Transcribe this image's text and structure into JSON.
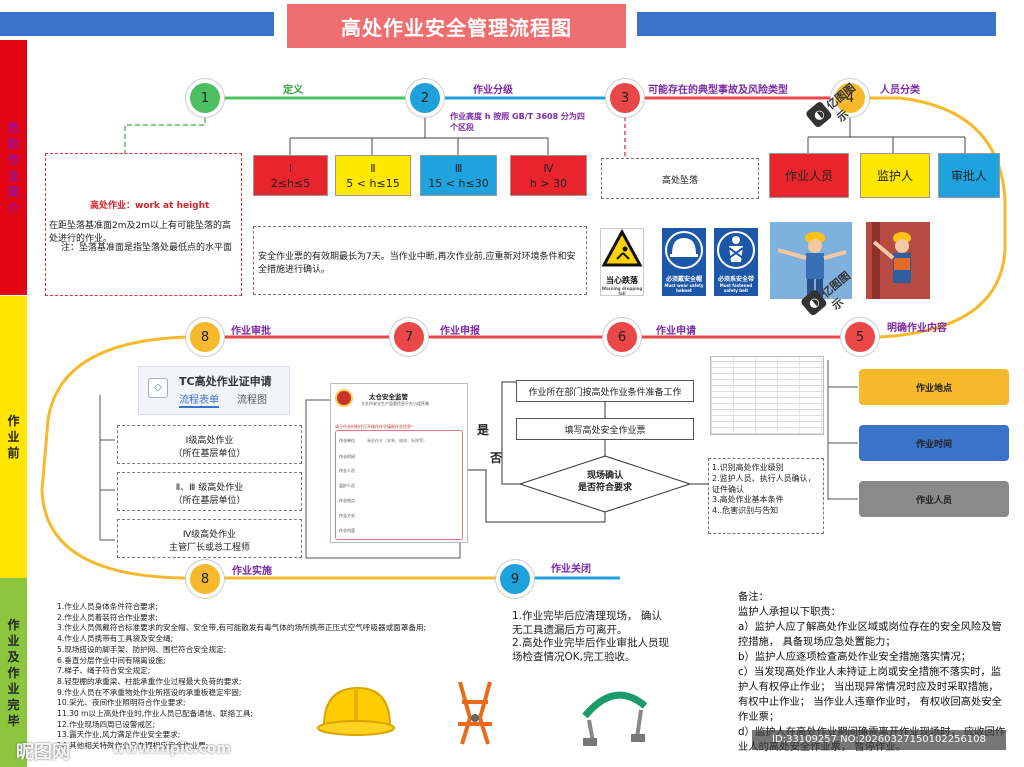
{
  "title": "高处作业安全管理流程图",
  "sidebar": {
    "top": "危险作业简介",
    "middle": "作业前",
    "bottom": "作业及作业完毕"
  },
  "steps": {
    "s1": {
      "num": "1",
      "label": "定义"
    },
    "s2": {
      "num": "2",
      "label": "作业分级"
    },
    "s3": {
      "num": "3",
      "label": "可能存在的典型事故及风险类型"
    },
    "s4": {
      "num": "4",
      "label": "人员分类"
    },
    "s5": {
      "num": "5",
      "label": "明确作业内容"
    },
    "s6": {
      "num": "6",
      "label": "作业申请"
    },
    "s7": {
      "num": "7",
      "label": "作业申报"
    },
    "s8a": {
      "num": "8",
      "label": "作业审批"
    },
    "s8b": {
      "num": "8",
      "label": "作业实施"
    },
    "s9": {
      "num": "9",
      "label": "作业关闭"
    }
  },
  "definition": {
    "head": "高处作业：work at height",
    "body": "在距坠落基准面2m及2m以上有可能坠落的高处进行的作业。",
    "note": "注：坠落基准面是指坠落处最低点的水平面"
  },
  "grading": {
    "note": "作业高度 h 按照 GB/T 3608 分为四个区段",
    "levels": [
      {
        "roman": "I",
        "range": "2≤h≤5",
        "color": "#e8252c"
      },
      {
        "roman": "Ⅱ",
        "range": "5 < h≤15",
        "color": "#ffe800"
      },
      {
        "roman": "Ⅲ",
        "range": "15 < h≤30",
        "color": "#1ea3df"
      },
      {
        "roman": "Ⅳ",
        "range": "h > 30",
        "color": "#e8252c"
      }
    ],
    "validity": "安全作业票的有效期最长为7天。当作业中断,再次作业前,应重新对环境条件和安全措施进行确认。"
  },
  "risk": {
    "item": "高处坠落",
    "signs": [
      {
        "icon": "caution-fall-sign",
        "text": "当心跌落",
        "sub": "Warning dropping fall"
      },
      {
        "icon": "helmet-sign",
        "text": "必须戴安全帽",
        "sub": "Must wear safety helmet"
      },
      {
        "icon": "harness-sign",
        "text": "必须系安全带",
        "sub": "Must fastened safety belt"
      }
    ]
  },
  "personnel": {
    "roles": [
      "作业人员",
      "监护人",
      "审批人"
    ],
    "colors": [
      "#e8252c",
      "#ffe800",
      "#1ea3df"
    ]
  },
  "content": {
    "tags": [
      "作业地点",
      "作业时间",
      "作业人员"
    ],
    "tag_colors": [
      "#f6b92c",
      "#3b73c8",
      "#8a8a8a"
    ],
    "list": [
      "1.识别高处作业级别",
      "2.监护人员、执行人员确认，证件确认",
      "3.高处作业基本条件",
      "4..危害识别与告知"
    ]
  },
  "application": {
    "box1": "作业所在部门按高处作业条件准备工作",
    "box2": "填写高处安全作业票",
    "decision1": "现场确认",
    "decision2": "是否符合要求",
    "yes": "是",
    "no": "否"
  },
  "declare": {
    "org": "太仓安全监管",
    "org_sub": "太仓市安全生产监管信息平台小程序端",
    "notice": "请于作业时前往打开操作作业填报作业信息！",
    "fields": [
      "作业单位",
      "作业时间",
      "作业人员",
      "监护人员",
      "作业地点",
      "作业方式",
      "作业内容"
    ],
    "field_value": "高处作业（安装、维修、拆除等）"
  },
  "approval": {
    "app_title": "TC高处作业证申请",
    "tab_active": "流程表单",
    "tab_other": "流程图",
    "boxes": [
      {
        "l1": "Ⅰ级高处作业",
        "l2": "（所在基层单位）"
      },
      {
        "l1": "Ⅱ、Ⅲ 级高处作业",
        "l2": "（所在基层单位）"
      },
      {
        "l1": "Ⅳ级高处作业",
        "l2": "主管厂长或总工程师"
      }
    ]
  },
  "implementation": [
    "1.作业人员身体条件符合要求;",
    "2.作业人员着装符合作业要求;",
    "3.作业人员佩戴符合标准要求的安全帽、安全带,有可能散发有毒气体的场所携带正压式空气呼吸器或面罩备用;",
    "4.作业人员携带有工具袋及安全绳;",
    "5.现场搭设的脚手架、防护网、围栏符合安全规定;",
    "6.垂直分层作业中间有隔离设施;",
    "7.梯子、绳子符合安全规定;",
    "8.轻型棚的承重梁、柱能承重作业过程最大负荷的要求;",
    "9.作业人员在不承重物处作业所搭设的承重板稳定牢固;",
    "10.采光、夜间作业照明符合作业要求;",
    "11.30 m以上高处作业时,作业人员已配备通信、联络工具;",
    "12.作业现场四周已设警戒区;",
    "13.露天作业,风力满足作业安全要求;",
    "14.其他相关特殊作业已办理相应安全作业票;"
  ],
  "closing": [
    "1.作业完毕后应清理现场， 确认无工具遗漏后方可离开。",
    "2.高处作业完毕后作业审批人员现场检查情况OK,完工验收。"
  ],
  "remarks": {
    "head": "备注：",
    "intro": "监护人承担以下职责：",
    "items": [
      "a）监护人应了解高处作业区域或岗位存在的安全风险及管控措施， 具备现场应急处置能力；",
      "b）监护人应逐项检查高处作业安全措施落实情况；",
      "c）当发现高处作业人未持证上岗或安全措施不落实时，监护人有权停止作业； 当出现异常情况时应及时采取措施， 有权中止作业； 当作业人违章作业时， 有权收回高处安全作业票；",
      "d）监护人在高处作业期间确需离开作业现场时， 应收回作业人的高处安全作业票， 暂停作业。"
    ]
  },
  "watermarks": {
    "brand": "亿图图示",
    "site_left": "昵图网",
    "site_url": "www.nipic.com",
    "id_line": "ID:33109257 NO:20260327150102256108"
  }
}
